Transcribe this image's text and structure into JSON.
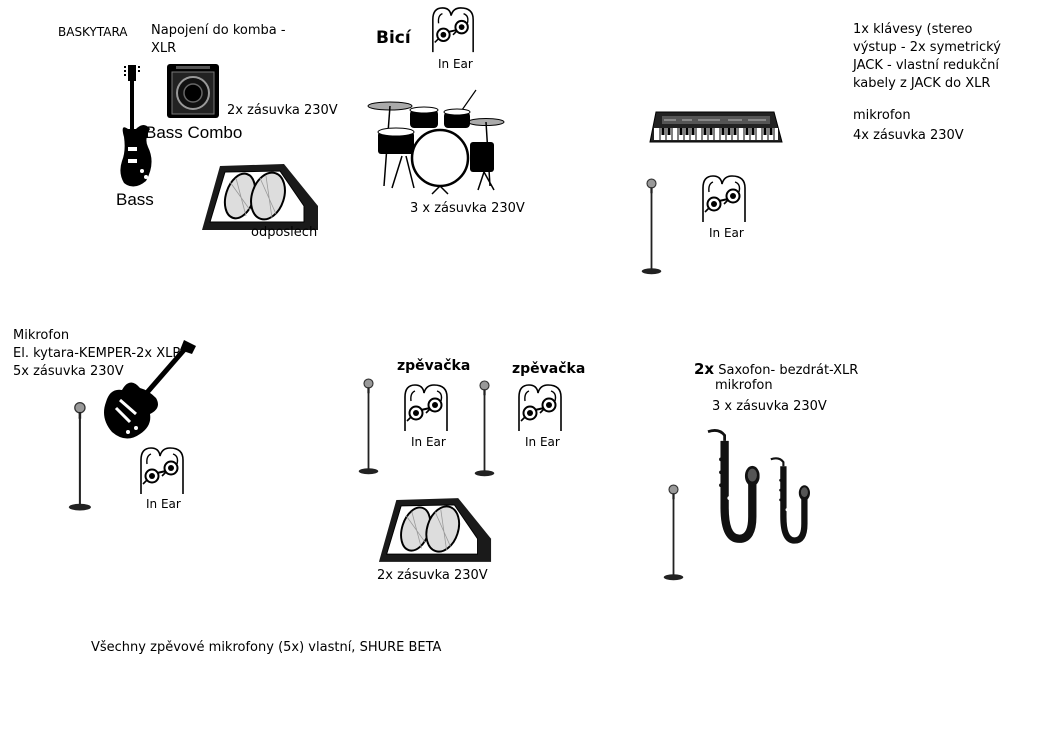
{
  "bass": {
    "title": "BASKYTARA",
    "connection": "Napojení do komba -\nXLR",
    "combo_label": "Bass Combo",
    "guitar_label": "Bass",
    "sockets": "2x zásuvka 230V",
    "monitor_label": "odposlech"
  },
  "drums": {
    "title": "Bicí",
    "in_ear": "In Ear",
    "sockets": "3 x zásuvka 230V"
  },
  "keys": {
    "description": "1x klávesy (stereo\nvýstup - 2x symetrický\nJACK - vlastní redukční\nkabely z JACK do XLR",
    "mic": "mikrofon",
    "sockets": "4x zásuvka 230V",
    "in_ear": "In Ear"
  },
  "guitar": {
    "mic": "Mikrofon",
    "connection": "El. kytara-KEMPER-2x XLR",
    "sockets": "5x zásuvka 230V",
    "in_ear": "In Ear"
  },
  "vocals": {
    "singer1": "zpěvačka",
    "singer2": "zpěvačka",
    "in_ear1": "In Ear",
    "in_ear2": "In Ear",
    "sockets": "2x zásuvka 230V"
  },
  "sax": {
    "count": "2x",
    "description": "Saxofon- bezdrát-XLR",
    "mic": "mikrofon",
    "sockets": "3 x zásuvka 230V"
  },
  "footer": {
    "note": "Všechny zpěvové mikrofony (5x) vlastní, SHURE BETA"
  },
  "icons": {
    "in_ear": "in-ear-monitor-icon",
    "mic_stand": "microphone-stand-icon",
    "monitor": "floor-monitor-icon",
    "saxophone": "saxophone-icon",
    "bass_guitar": "bass-guitar-icon",
    "electric_guitar": "electric-guitar-icon",
    "keyboard": "keyboard-icon",
    "drum_kit": "drum-kit-icon",
    "amp": "bass-amp-icon"
  }
}
